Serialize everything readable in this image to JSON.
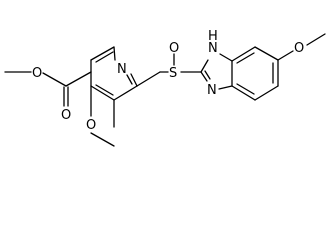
{
  "molecule": {
    "atom_labels": {
      "ester_o_single": "O",
      "ester_o_double": "O",
      "methoxy_o_left": "O",
      "pyridine_n": "N",
      "sulfur": "S",
      "sulfoxide_o": "O",
      "imidazole_nh": "N",
      "imidazole_h": "H",
      "imidazole_n": "N",
      "methoxy_o_right": "O"
    },
    "colors": {
      "bond": "#000000",
      "label": "#000000",
      "background": "#ffffff"
    }
  }
}
